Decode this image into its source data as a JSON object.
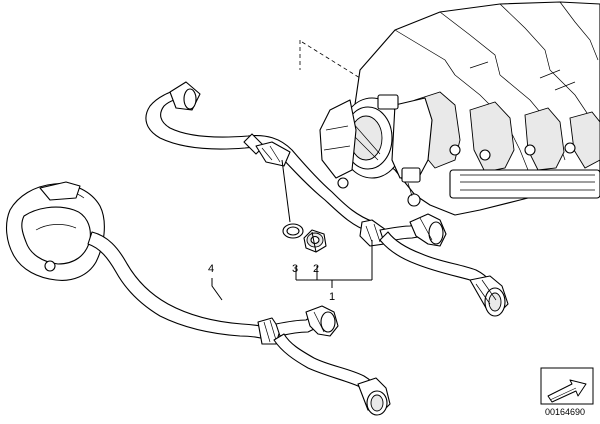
{
  "diagram": {
    "callouts": {
      "hose_assembly": "1",
      "part_2": "2",
      "part_3": "3",
      "part_4": "4"
    },
    "reference_number": "00164690"
  }
}
